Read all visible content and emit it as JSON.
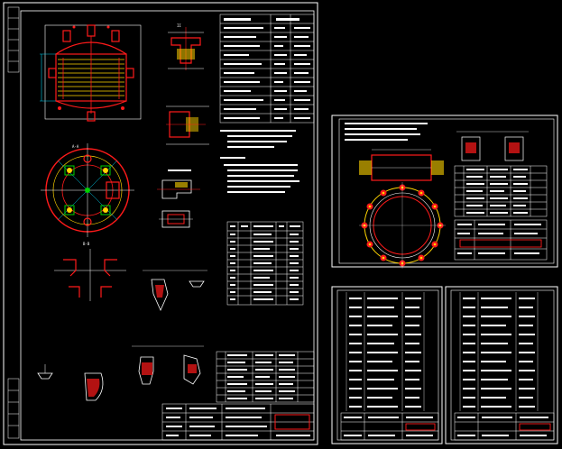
{
  "canvas": {
    "background": "#000000"
  },
  "colors": {
    "frame": "#ffffff",
    "outline": "#e8e8e8",
    "red": "#ff1a1a",
    "yellow": "#ffd400",
    "green": "#00d200",
    "cyan": "#00c8e6",
    "magenta": "#ff3cff"
  },
  "sheets": {
    "main": {
      "name": "main-drawing-sheet"
    },
    "flange": {
      "name": "flange-drawing-sheet"
    },
    "list_left": {
      "name": "parts-list-sheet-left"
    },
    "list_right": {
      "name": "parts-list-sheet-right"
    }
  },
  "labels": {
    "section_a": "A-A",
    "section_b": "B-B",
    "detail_1": "I",
    "detail_2": "II"
  }
}
